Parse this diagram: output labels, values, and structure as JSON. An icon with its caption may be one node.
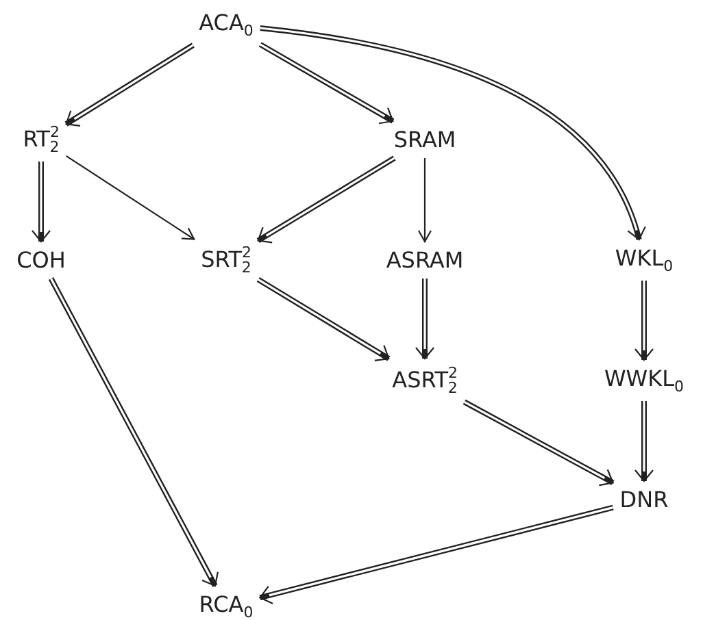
{
  "diagram": {
    "nodes": [
      {
        "text": [
          "ACA$_{0}$"
        ]
      },
      {
        "text": [
          "RT$^{2}$$_{2}$"
        ]
      },
      {
        "text": [
          "SRAM"
        ]
      },
      {
        "text": [
          "COH"
        ]
      },
      {
        "text": [
          "SRT$^{2}$$_{2}$"
        ]
      },
      {
        "text": [
          "ASRAM"
        ]
      },
      {
        "text": [
          "WKL$_{0}$"
        ]
      },
      {
        "text": [
          "ASRT$^{2}$$_{2}$"
        ]
      },
      {
        "text": [
          "WWKL$_{0}$"
        ]
      },
      {
        "text": [
          "DNR"
        ]
      },
      {
        "text": [
          "RCA$_{0}$"
        ]
      }
    ],
    "edges": [
      {
        "from": 0,
        "to": 1,
        "arrow": "to"
      },
      {
        "from": 0,
        "to": 2,
        "arrow": "to"
      },
      {
        "from": 0,
        "to": 6,
        "arrow": "to"
      },
      {
        "from": 1,
        "to": 3,
        "arrow": "to"
      },
      {
        "from": 1,
        "to": 4,
        "arrow": "to"
      },
      {
        "from": 2,
        "to": 4,
        "arrow": "to"
      },
      {
        "from": 2,
        "to": 5,
        "arrow": "to"
      },
      {
        "from": 4,
        "to": 7,
        "arrow": "to"
      },
      {
        "from": 5,
        "to": 7,
        "arrow": "to"
      },
      {
        "from": 6,
        "to": 8,
        "arrow": "to"
      },
      {
        "from": 8,
        "to": 9,
        "arrow": "to"
      },
      {
        "from": 7,
        "to": 9,
        "arrow": "to"
      },
      {
        "from": 3,
        "to": 10,
        "arrow": "to"
      },
      {
        "from": 9,
        "to": 10,
        "arrow": "to"
      }
    ]
  }
}
